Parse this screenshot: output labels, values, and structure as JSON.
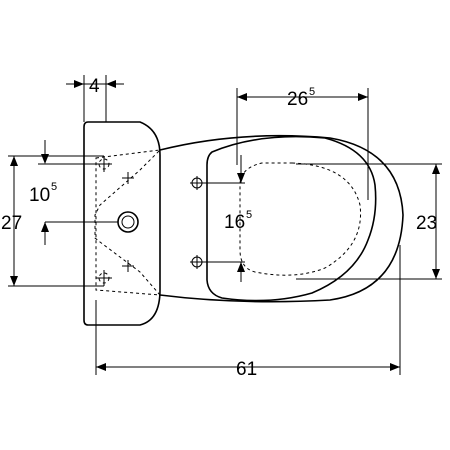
{
  "dimensions": {
    "top_small": {
      "value": "4"
    },
    "top_width": {
      "value": "26",
      "sup": "5"
    },
    "left_height": {
      "value": "27"
    },
    "left_offset": {
      "value": "10",
      "sup": "5"
    },
    "center_offset": {
      "value": "16",
      "sup": "5"
    },
    "right_height": {
      "value": "23"
    },
    "bottom_width": {
      "value": "61"
    }
  }
}
